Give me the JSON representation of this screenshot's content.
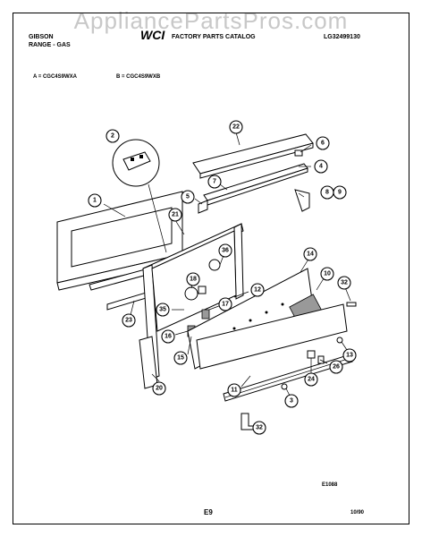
{
  "watermark": "AppliancePartsPros.com",
  "header": {
    "brand_line1": "GIBSON",
    "brand_line2": "RANGE - GAS",
    "logo": "WCI",
    "catalog_title": "FACTORY PARTS CATALOG",
    "catalog_number": "LG32499130"
  },
  "models": {
    "a": "A = CGC4S9WXA",
    "b": "B = CGC4S9WXB"
  },
  "callouts": [
    "1",
    "2",
    "3",
    "4",
    "5",
    "6",
    "7",
    "8",
    "9",
    "10",
    "11",
    "12",
    "13",
    "14",
    "15",
    "16",
    "17",
    "18",
    "20",
    "21",
    "22",
    "23",
    "24",
    "26",
    "32",
    "35",
    "36"
  ],
  "footer": {
    "drawing_code": "E1088",
    "page_number": "E9",
    "date": "10/90"
  }
}
